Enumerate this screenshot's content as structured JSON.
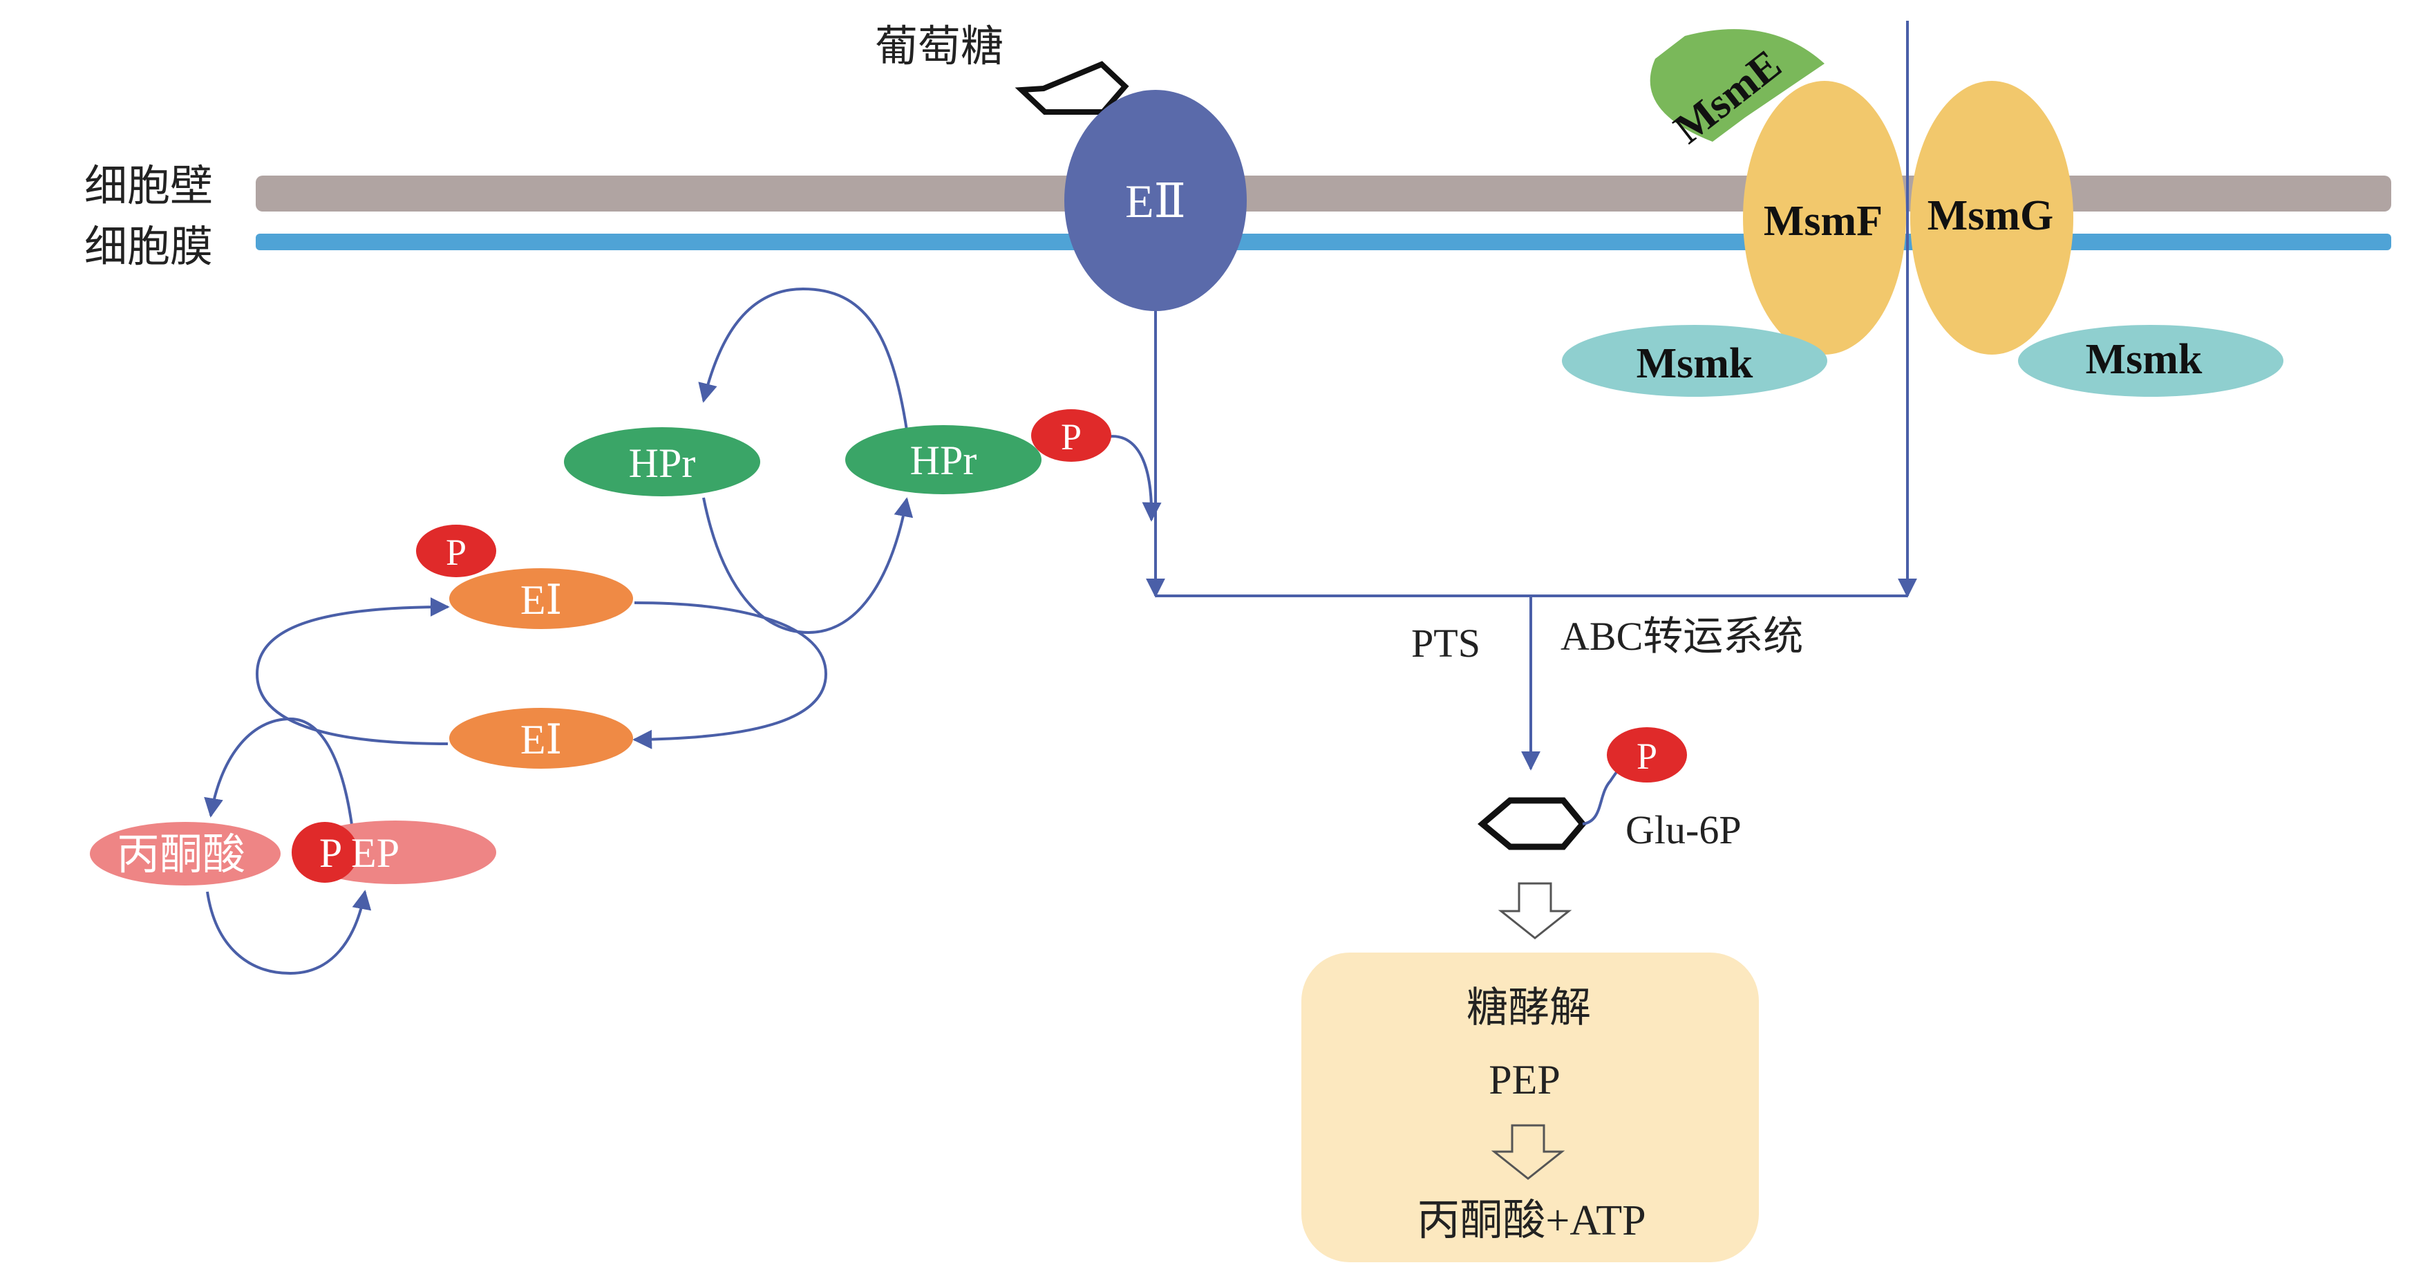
{
  "labels": {
    "cell_wall": "细胞壁",
    "cell_membrane": "细胞膜",
    "glucose": "葡萄糖",
    "pts": "PTS",
    "abc_system": "ABC转运系统",
    "glu6p": "Glu-6P"
  },
  "proteins": {
    "eii": "EⅡ",
    "msme": "MsmE",
    "msmf": "MsmF",
    "msmg": "MsmG",
    "msmk_left": "Msmk",
    "msmk_right": "Msmk",
    "hpr_left": "HPr",
    "hpr_right": "HPr",
    "ei_top": "EⅠ",
    "ei_bottom": "EⅠ",
    "pyruvate": "丙酮酸",
    "pep": "P EP"
  },
  "phosphate": "P",
  "glycolysis": {
    "title": "糖酵解",
    "pep": "PEP",
    "result": "丙酮酸+ATP"
  },
  "colors": {
    "cell_wall": "#b0a4a2",
    "cell_membrane": "#4fa3d6",
    "eii": "#5a6aaa",
    "msm_orange": "#f2c86c",
    "msme_green": "#7ab85a",
    "msmk_teal": "#8fcfcf",
    "hpr_green": "#3aa567",
    "ei_orange": "#ef8a45",
    "pep_pink": "#ee8585",
    "phosphate_red": "#e02a2a",
    "arrow_blue": "#4a5fa8",
    "glycolysis_box": "#fce8bf"
  }
}
